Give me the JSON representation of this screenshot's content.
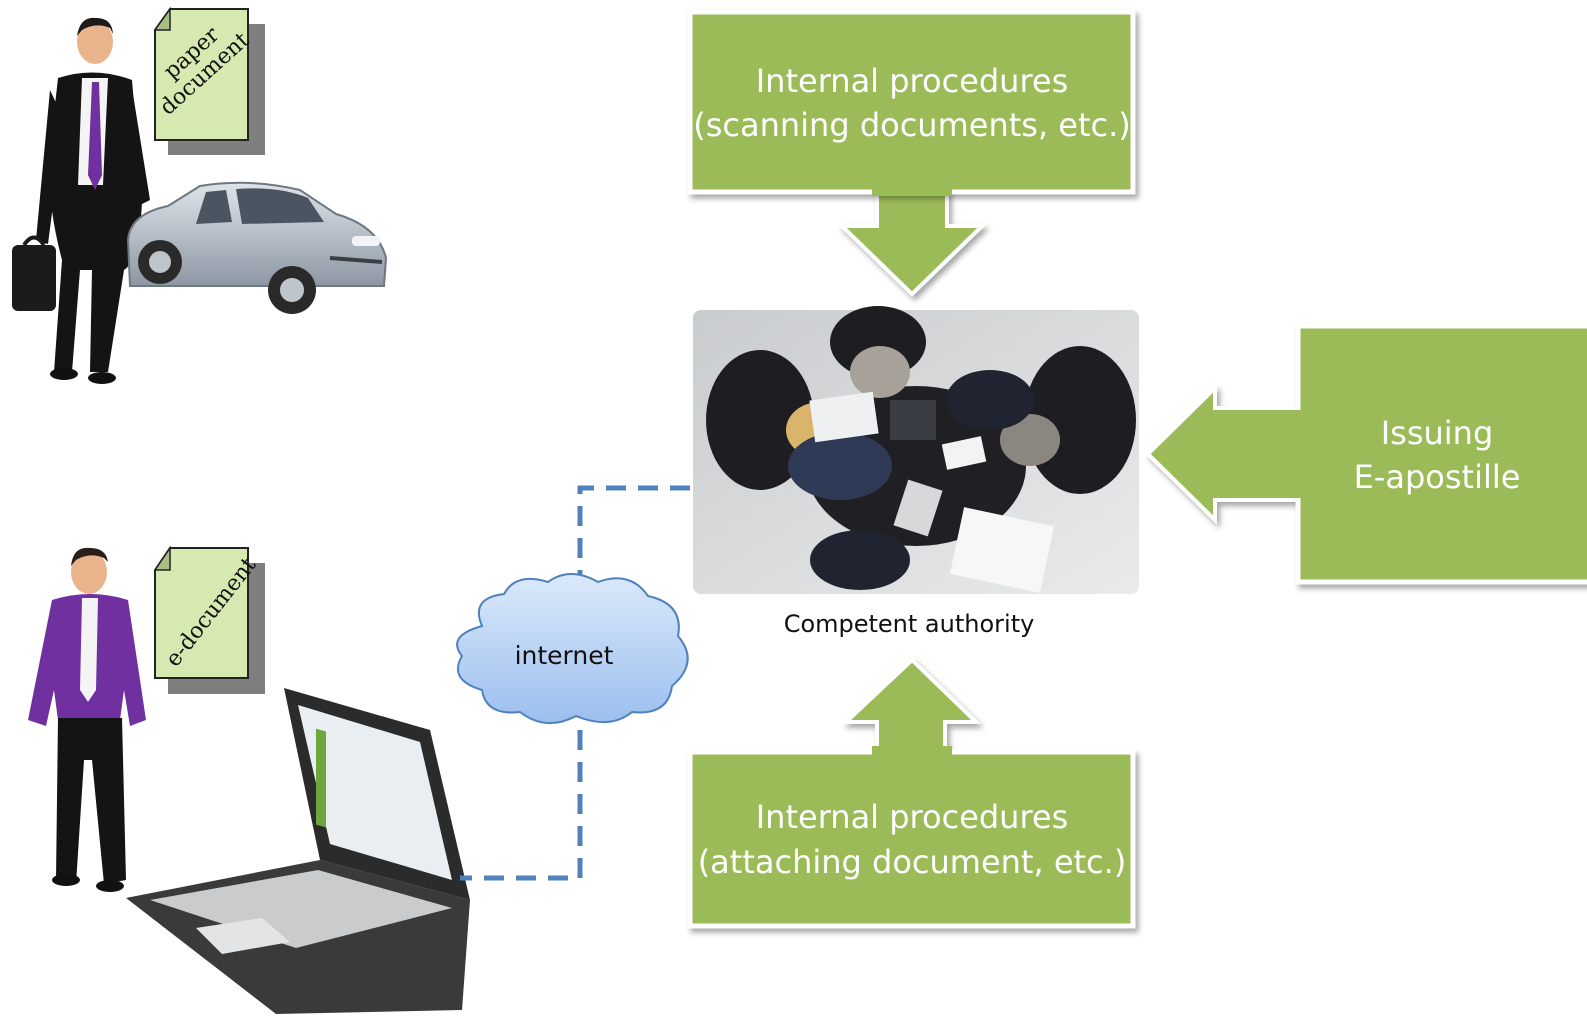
{
  "diagram": {
    "paper_note": {
      "line1": "paper",
      "line2": "document"
    },
    "e_note": {
      "line1": "e-document"
    },
    "cloud_label": "internet",
    "authority_caption": "Competent authority",
    "top_box": {
      "line1": "Internal procedures",
      "line2": "(scanning documents, etc.)"
    },
    "bottom_box": {
      "line1": "Internal procedures",
      "line2": "(attaching document, etc.)"
    },
    "right_box": {
      "line1": "Issuing",
      "line2": "E-apostille"
    }
  },
  "colors": {
    "box_fill": "#9bbb59",
    "box_border": "#ffffff",
    "note_fill": "#d6e9b0",
    "connector": "#4f81bd",
    "cloud_fill": "#b9d3f5",
    "cloud_border": "#4f81bd",
    "purple": "#7030a0"
  }
}
